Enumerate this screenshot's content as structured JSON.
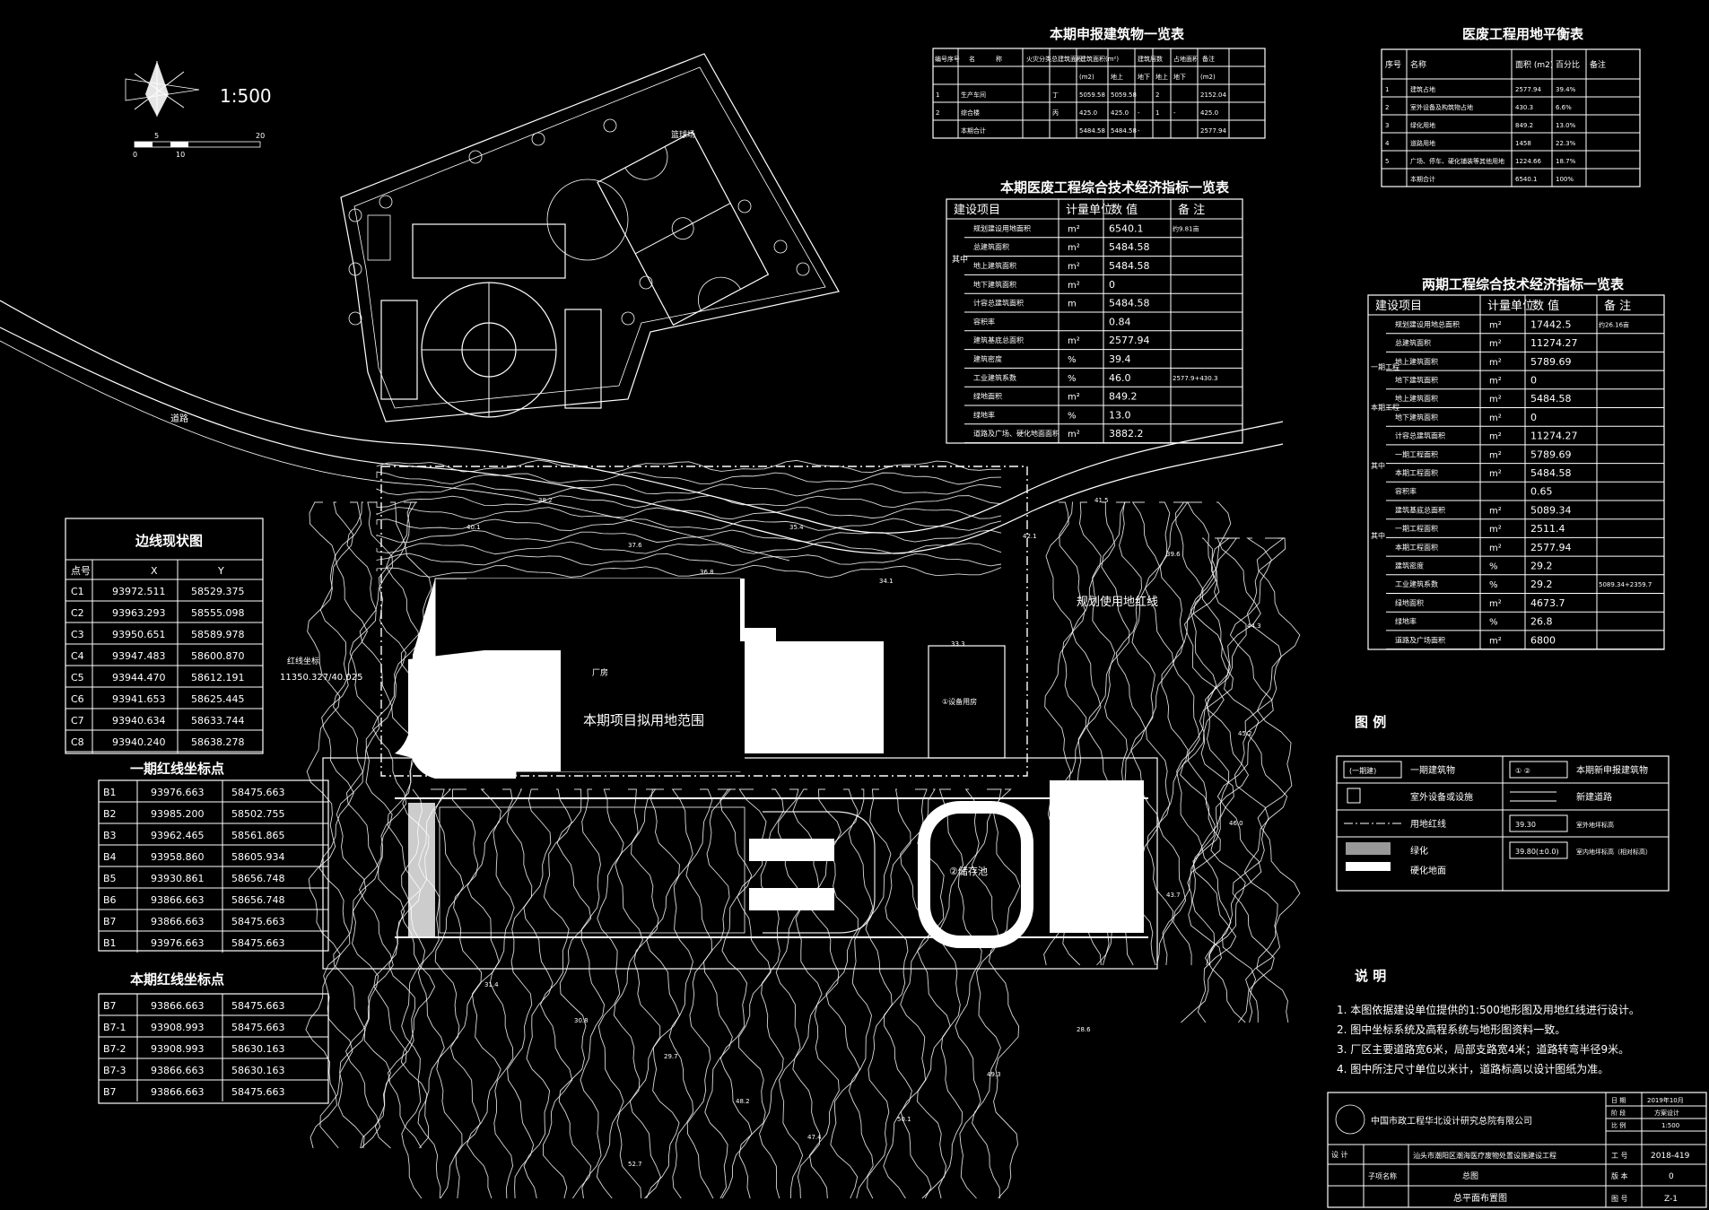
{
  "scale_label": "1:500",
  "scale_bar_ticks": [
    "0",
    "5",
    "10",
    "20"
  ],
  "labels": {
    "site_scope": "本期项目拟用地范围",
    "planned_land": "规划使用地红线",
    "road": "道路",
    "basketball": "篮球场",
    "coord_ref": "11350.327/40.025",
    "red_line": "红线坐标",
    "plant": "厂房",
    "pool": "②储存池",
    "building1": "①设备用房"
  },
  "table_boundary": {
    "title": "边线现状图",
    "headers": [
      "点号",
      "X",
      "Y"
    ],
    "rows": [
      [
        "C1",
        "93972.511",
        "58529.375"
      ],
      [
        "C2",
        "93963.293",
        "58555.098"
      ],
      [
        "C3",
        "93950.651",
        "58589.978"
      ],
      [
        "C4",
        "93947.483",
        "58600.870"
      ],
      [
        "C5",
        "93944.470",
        "58612.191"
      ],
      [
        "C6",
        "93941.653",
        "58625.445"
      ],
      [
        "C7",
        "93940.634",
        "58633.744"
      ],
      [
        "C8",
        "93940.240",
        "58638.278"
      ]
    ]
  },
  "table_phase1": {
    "title": "一期红线坐标点",
    "rows": [
      [
        "B1",
        "93976.663",
        "58475.663"
      ],
      [
        "B2",
        "93985.200",
        "58502.755"
      ],
      [
        "B3",
        "93962.465",
        "58561.865"
      ],
      [
        "B4",
        "93958.860",
        "58605.934"
      ],
      [
        "B5",
        "93930.861",
        "58656.748"
      ],
      [
        "B6",
        "93866.663",
        "58656.748"
      ],
      [
        "B7",
        "93866.663",
        "58475.663"
      ],
      [
        "B1",
        "93976.663",
        "58475.663"
      ]
    ]
  },
  "table_current": {
    "title": "本期红线坐标点",
    "rows": [
      [
        "B7",
        "93866.663",
        "58475.663"
      ],
      [
        "B7-1",
        "93908.993",
        "58475.663"
      ],
      [
        "B7-2",
        "93908.993",
        "58630.163"
      ],
      [
        "B7-3",
        "93866.663",
        "58630.163"
      ],
      [
        "B7",
        "93866.663",
        "58475.663"
      ]
    ]
  },
  "table_buildings": {
    "title": "本期申报建筑物一览表",
    "headers": [
      "编号序号",
      "名",
      "称",
      "火灾分类",
      "总建筑面积",
      "建筑面积(m²)",
      "",
      "建筑层数",
      "",
      "占地面积",
      "备注"
    ],
    "subheaders": [
      "",
      "",
      "",
      "",
      "(m2)",
      "地上",
      "地下",
      "地上",
      "地下",
      "(m2)",
      ""
    ],
    "rows": [
      [
        "1",
        "生产车间",
        "",
        "丁",
        "5059.58",
        "5059.58",
        "",
        "2",
        "",
        "2152.04",
        ""
      ],
      [
        "2",
        "综合楼",
        "",
        "丙",
        "425.0",
        "425.0",
        "-",
        "1",
        "-",
        "425.0",
        ""
      ],
      [
        "",
        "本期合计",
        "",
        "",
        "5484.58",
        "5484.58",
        "-",
        "",
        "",
        "2577.94",
        ""
      ]
    ]
  },
  "table_tech": {
    "title": "本期医废工程综合技术经济指标一览表",
    "headers": [
      "建设项目",
      "计量单位",
      "数 值",
      "备 注"
    ],
    "rows": [
      [
        "规划建设用地面积",
        "m²",
        "6540.1",
        "约9.81亩"
      ],
      [
        "总建筑面积",
        "m²",
        "5484.58",
        ""
      ],
      [
        "地上建筑面积",
        "m²",
        "5484.58",
        ""
      ],
      [
        "地下建筑面积",
        "m²",
        "0",
        ""
      ],
      [
        "计容总建筑面积",
        "m",
        "5484.58",
        ""
      ],
      [
        "容积率",
        "",
        "0.84",
        ""
      ],
      [
        "建筑基底总面积",
        "m²",
        "2577.94",
        ""
      ],
      [
        "建筑密度",
        "%",
        "39.4",
        ""
      ],
      [
        "工业建筑系数",
        "%",
        "46.0",
        "2577.9+430.3"
      ],
      [
        "绿地面积",
        "m²",
        "849.2",
        ""
      ],
      [
        "绿地率",
        "%",
        "13.0",
        ""
      ],
      [
        "道路及广场、硬化地面面积",
        "m²",
        "3882.2",
        ""
      ]
    ],
    "side_label": "其中"
  },
  "table_land": {
    "title": "医废工程用地平衡表",
    "headers": [
      "序号",
      "名称",
      "面积 (m2)",
      "百分比",
      "备注"
    ],
    "rows": [
      [
        "1",
        "建筑占地",
        "2577.94",
        "39.4%",
        ""
      ],
      [
        "2",
        "室外设备及构筑物占地",
        "430.3",
        "6.6%",
        ""
      ],
      [
        "3",
        "绿化用地",
        "849.2",
        "13.0%",
        ""
      ],
      [
        "4",
        "道路用地",
        "1458",
        "22.3%",
        ""
      ],
      [
        "5",
        "广场、停车、硬化铺装等其他用地",
        "1224.66",
        "18.7%",
        ""
      ],
      [
        "",
        "本期合计",
        "6540.1",
        "100%",
        ""
      ]
    ]
  },
  "table_two_phase": {
    "title": "两期工程综合技术经济指标一览表",
    "headers": [
      "建设项目",
      "计量单位",
      "数 值",
      "备 注"
    ],
    "rows": [
      [
        "规划建设用地总面积",
        "m²",
        "17442.5",
        "约26.16亩"
      ],
      [
        "总建筑面积",
        "m²",
        "11274.27",
        ""
      ],
      [
        "地上建筑面积",
        "m²",
        "5789.69",
        ""
      ],
      [
        "地下建筑面积",
        "m²",
        "0",
        ""
      ],
      [
        "地上建筑面积",
        "m²",
        "5484.58",
        ""
      ],
      [
        "地下建筑面积",
        "m²",
        "0",
        ""
      ],
      [
        "计容总建筑面积",
        "m²",
        "11274.27",
        ""
      ],
      [
        "一期工程面积",
        "m²",
        "5789.69",
        ""
      ],
      [
        "本期工程面积",
        "m²",
        "5484.58",
        ""
      ],
      [
        "容积率",
        "",
        "0.65",
        ""
      ],
      [
        "建筑基底总面积",
        "m²",
        "5089.34",
        ""
      ],
      [
        "一期工程面积",
        "m²",
        "2511.4",
        ""
      ],
      [
        "本期工程面积",
        "m²",
        "2577.94",
        ""
      ],
      [
        "建筑密度",
        "%",
        "29.2",
        ""
      ],
      [
        "工业建筑系数",
        "%",
        "29.2",
        "5089.34+2359.7"
      ],
      [
        "绿地面积",
        "m²",
        "4673.7",
        ""
      ],
      [
        "绿地率",
        "%",
        "26.8",
        ""
      ],
      [
        "道路及广场面积",
        "m²",
        "6800",
        ""
      ]
    ],
    "group_labels": [
      "一期工程",
      "本期工程",
      "其中",
      "其中"
    ]
  },
  "legend": {
    "title": "图 例",
    "items": [
      {
        "label": "一期建筑物",
        "symbol": "(一期建)"
      },
      {
        "label": "本期新申报建筑物",
        "symbol": "① ②"
      },
      {
        "label": "室外设备或设施",
        "symbol": ""
      },
      {
        "label": "新建道路",
        "symbol": ""
      },
      {
        "label": "用地红线",
        "symbol": ""
      },
      {
        "label": "室外地坪标高",
        "symbol": "39.30"
      },
      {
        "label": "绿化",
        "symbol": ""
      },
      {
        "label": "室内地坪标高（相对标高）",
        "symbol": "39.80(±0.0)"
      },
      {
        "label": "硬化地面",
        "symbol": ""
      }
    ]
  },
  "notes": {
    "title": "说 明",
    "items": [
      "1. 本图依据建设单位提供的1:500地形图及用地红线进行设计。",
      "2. 图中坐标系统及高程系统与地形图资料一致。",
      "3. 厂区主要道路宽6米，局部支路宽4米；道路转弯半径9米。",
      "4. 图中所注尺寸单位以米计，道路标高以设计图纸为准。"
    ]
  },
  "title_block": {
    "company": "中国市政工程华北设计研究总院有限公司",
    "project": "汕头市潮阳区潮海医疗废物处置设施建设工程",
    "drawing_name": "总平面布置图",
    "date_label": "日 期",
    "date": "2019年10月",
    "stage_label": "阶 段",
    "stage": "方案设计",
    "scale_label": "比 例",
    "scale": "1:500",
    "job_label": "工 号",
    "job": "2018-419",
    "version_label": "版 本",
    "version": "0",
    "no_label": "图 号",
    "no": "Z-1",
    "sub_label": "子项名称",
    "sub": "总图",
    "design_label": "设 计"
  },
  "elevations": [
    "40.1",
    "38.2",
    "37.6",
    "36.8",
    "35.4",
    "34.1",
    "33.3",
    "42.1",
    "41.5",
    "39.6",
    "44.3",
    "45.2",
    "46.0",
    "43.7",
    "31.4",
    "30.8",
    "29.7",
    "48.2",
    "47.4",
    "50.1",
    "49.3",
    "28.6",
    "52.7"
  ]
}
